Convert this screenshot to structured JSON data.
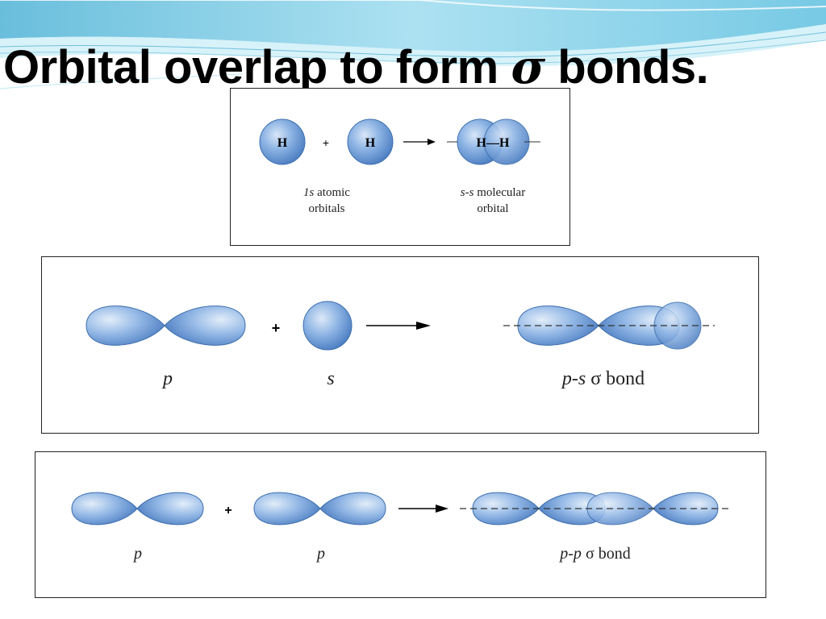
{
  "slide": {
    "title_main": "Orbital overlap to form ",
    "title_sigma": "σ",
    "title_end": " bonds."
  },
  "panel_ss": {
    "atom_label": "H",
    "plus": "+",
    "bond_label": "H—H",
    "caption_left_italic": "1s",
    "caption_left_line1": " atomic",
    "caption_left_line2": "orbitals",
    "caption_right_italic": "s-s",
    "caption_right_line1": " molecular",
    "caption_right_line2": "orbital"
  },
  "panel_ps": {
    "plus": "+",
    "label_p": "p",
    "label_s": "s",
    "result_italic": "p-s",
    "result_rest": " σ bond"
  },
  "panel_pp": {
    "plus": "+",
    "label_p1": "p",
    "label_p2": "p",
    "result_italic": "p-p",
    "result_rest": " σ bond"
  },
  "colors": {
    "orbital_fill": "#6f9fdc",
    "orbital_edge": "#3e6fae",
    "wave": "#7fd0e8"
  }
}
